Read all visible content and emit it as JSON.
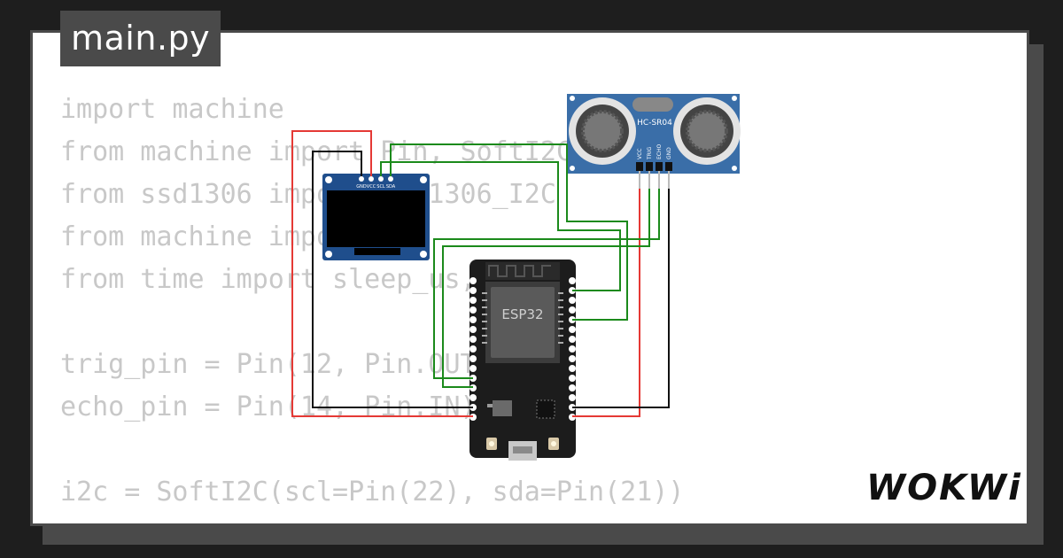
{
  "tab": {
    "label": "main.py"
  },
  "code": {
    "lines": [
      "import machine",
      "from machine import Pin, SoftI2C",
      "from ssd1306 import SSD1306_I2C",
      "from machine import Pin",
      "from time import sleep_us, sleep",
      "",
      "trig_pin = Pin(12, Pin.OUT)",
      "echo_pin = Pin(14, Pin.IN)",
      "",
      "i2c = SoftI2C(scl=Pin(22), sda=Pin(21))"
    ]
  },
  "oled": {
    "pins": [
      "GND",
      "VCC",
      "SCL",
      "SDA"
    ]
  },
  "ultrasonic": {
    "model": "HC-SR04",
    "pins": [
      "VCC",
      "TRIG",
      "ECHO",
      "GND"
    ]
  },
  "esp32": {
    "chip_label": "ESP32"
  },
  "logo": {
    "text": "WOKWi"
  },
  "colors": {
    "wire_power": "#e53935",
    "wire_ground": "#111111",
    "wire_signal": "#1b8a1b",
    "board": "#1c1c1c",
    "oled_pcb": "#1f4e8c",
    "sensor_pcb": "#3a6ea8"
  }
}
